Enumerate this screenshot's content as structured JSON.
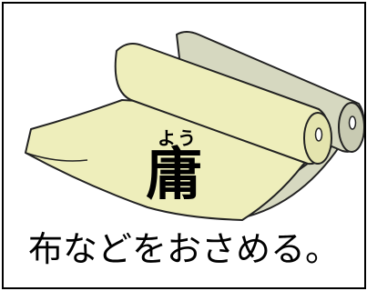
{
  "card": {
    "furigana": "よう",
    "kanji": "庸",
    "caption": "布などをおさめる。"
  },
  "colors": {
    "front_roll": "#eeeebb",
    "back_roll": "#d6d8c0",
    "outline": "#222222"
  },
  "icons": {
    "illustration": "cloth-rolls-icon"
  }
}
